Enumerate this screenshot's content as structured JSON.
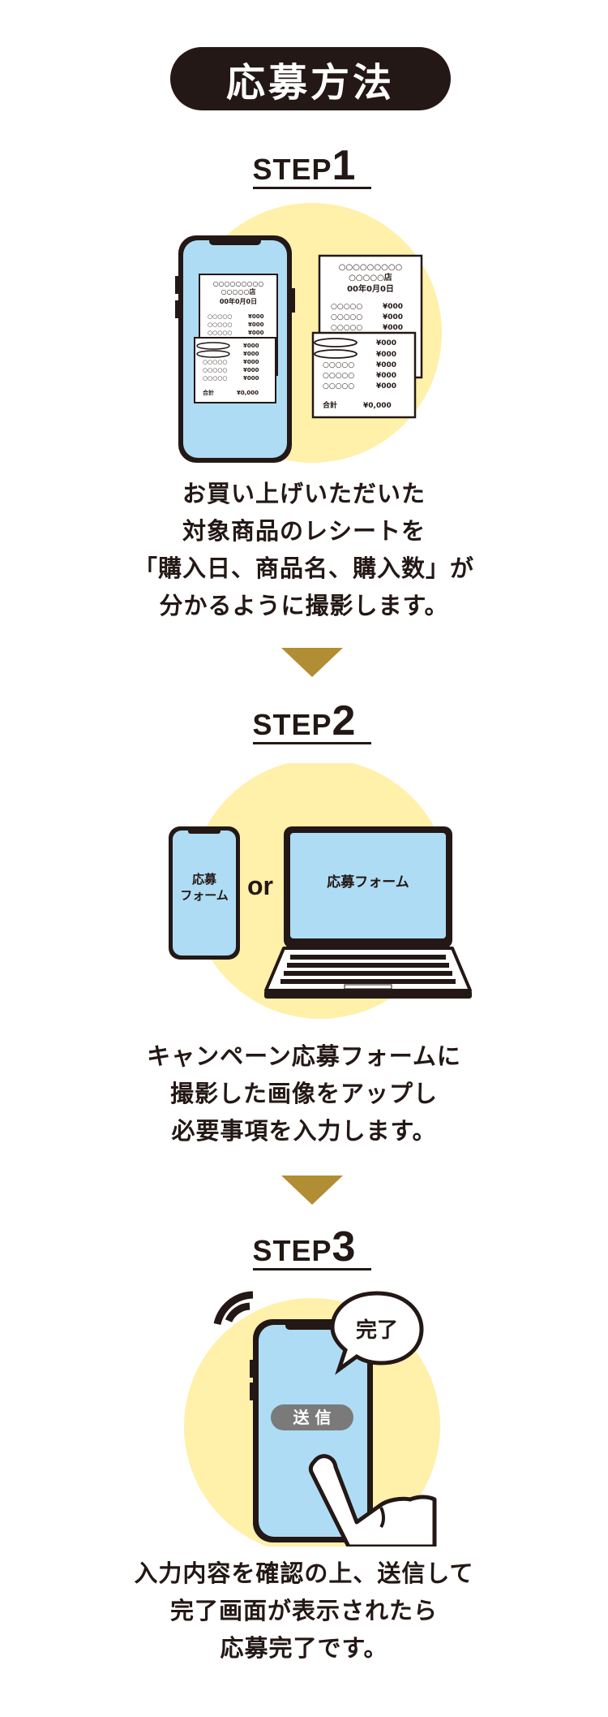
{
  "header": {
    "title": "応募方法"
  },
  "steps": [
    {
      "word": "STEP",
      "num": "1",
      "lines": [
        "お買い上げいただいた",
        "対象商品のレシートを",
        "「購入日、商品名、購入数」が",
        "分かるように撮影します。"
      ],
      "receipt": {
        "shop_line": "○○○○○○○○○",
        "shop_suffix": "○○○○○店",
        "date": "00年0月0日",
        "item_name": "○○○○○",
        "price": "¥000",
        "total_label": "合計",
        "total_value": "¥0,000"
      }
    },
    {
      "word": "STEP",
      "num": "2",
      "lines": [
        "キャンペーン応募フォームに",
        "撮影した画像をアップし",
        "必要事項を入力します。"
      ],
      "phone_label_1": "応募",
      "phone_label_2": "フォーム",
      "or_text": "or",
      "laptop_label": "応募フォーム"
    },
    {
      "word": "STEP",
      "num": "3",
      "lines": [
        "入力内容を確認の上、送信して",
        "完了画面が表示されたら",
        "応募完了です。"
      ],
      "bubble_text": "完了",
      "send_button": "送 信"
    }
  ],
  "colors": {
    "dark": "#231815",
    "arrow": "#b18d33",
    "circle": "#fff0aa",
    "screen": "#aedcf4"
  }
}
